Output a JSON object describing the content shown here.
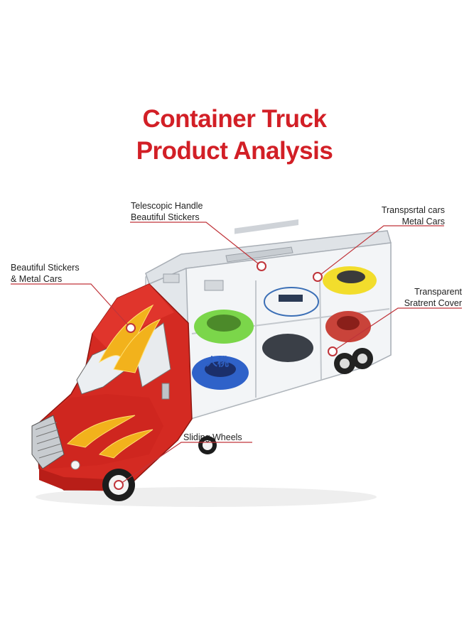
{
  "title": {
    "line1": "Container Truck",
    "line2": "Product Analysis"
  },
  "callouts": {
    "handle": {
      "line1": "Telescopic Handle",
      "line2": "Beautiful Stickers"
    },
    "cars": {
      "line1": "Transpsrtal cars",
      "line2": "Metal Cars"
    },
    "stickers": {
      "line1": "Beautiful Stickers",
      "line2": "& Metal Cars"
    },
    "cover": {
      "line1": "Transparent",
      "line2": "Sratrent Cover"
    },
    "wheels": {
      "line1": "Sliding Wheels"
    }
  },
  "truck_decal_text": "人桃",
  "colors": {
    "title": "#d21f26",
    "callout_line": "#c0343a",
    "truck_body": "#d42a22",
    "flame": "#f2b21c",
    "container": "#e9ecef"
  }
}
